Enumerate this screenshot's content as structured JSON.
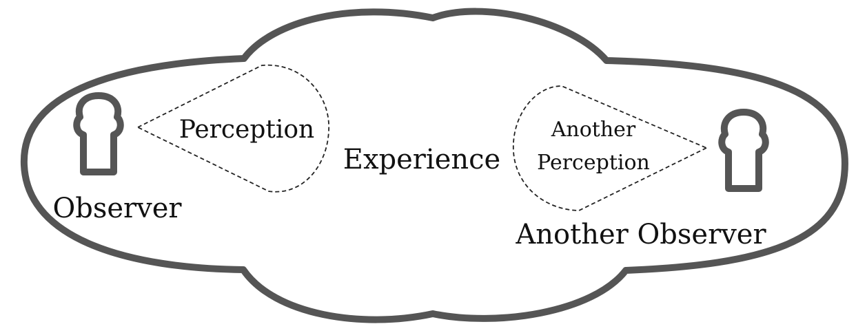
{
  "diagram": {
    "experience": "Experience",
    "observer": "Observer",
    "another_observer": "Another Observer",
    "perception": "Perception",
    "another_perception_line1": "Another",
    "another_perception_line2": "Perception"
  },
  "colors": {
    "outline": "#555555",
    "text": "#111111",
    "background": "#ffffff"
  },
  "icons": {
    "observer": "keyhole-person-icon",
    "another_observer": "keyhole-person-icon"
  }
}
